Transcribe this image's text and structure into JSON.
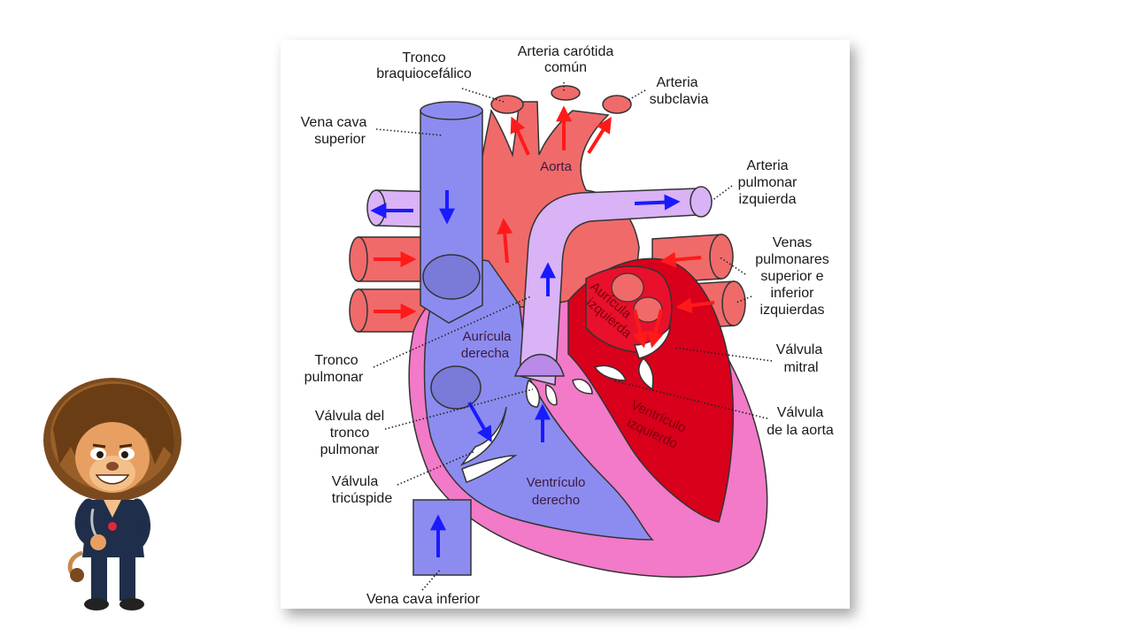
{
  "diagram": {
    "labels": {
      "tronco_braquiocefalico_1": "Tronco",
      "tronco_braquiocefalico_2": "braquiocefálico",
      "arteria_carotida_1": "Arteria carótida",
      "arteria_carotida_2": "común",
      "arteria_subclavia_1": "Arteria",
      "arteria_subclavia_2": "subclavia",
      "vena_cava_superior_1": "Vena cava",
      "vena_cava_superior_2": "superior",
      "aorta": "Aorta",
      "arteria_pulmonar_izq_1": "Arteria",
      "arteria_pulmonar_izq_2": "pulmonar",
      "arteria_pulmonar_izq_3": "izquierda",
      "venas_pulmonares_1": "Venas",
      "venas_pulmonares_2": "pulmonares",
      "venas_pulmonares_3": "superior e",
      "venas_pulmonares_4": "inferior",
      "venas_pulmonares_5": "izquierdas",
      "auricula_izquierda_1": "Aurícula",
      "auricula_izquierda_2": "izquierda",
      "auricula_derecha_1": "Aurícula",
      "auricula_derecha_2": "derecha",
      "tronco_pulmonar_1": "Tronco",
      "tronco_pulmonar_2": "pulmonar",
      "valvula_mitral_1": "Válvula",
      "valvula_mitral_2": "mitral",
      "valvula_tronco_pulmonar_1": "Válvula del",
      "valvula_tronco_pulmonar_2": "tronco",
      "valvula_tronco_pulmonar_3": "pulmonar",
      "valvula_aorta_1": "Válvula",
      "valvula_aorta_2": "de la aorta",
      "ventriculo_izquierdo_1": "Ventrículo",
      "ventriculo_izquierdo_2": "izquierdo",
      "valvula_tricuspide_1": "Válvula",
      "valvula_tricuspide_2": "tricúspide",
      "ventriculo_derecho_1": "Ventrículo",
      "ventriculo_derecho_2": "derecho",
      "vena_cava_inferior": "Vena cava inferior"
    },
    "colors": {
      "oxygenated": "#f06a6a",
      "deoxygenated": "#8c8cf0",
      "pulmonary_artery": "#d9b3f5",
      "left_ventricle": "#d8001a",
      "pericardium": "#f27ac8",
      "arrow_red": "#ff1a1a",
      "arrow_blue": "#1a1aff"
    }
  }
}
